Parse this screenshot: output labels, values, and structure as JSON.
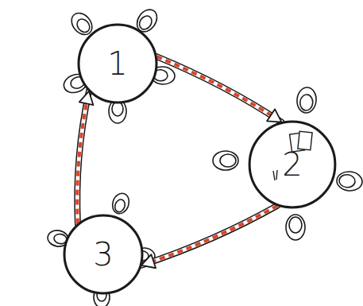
{
  "diagram": {
    "nodes": [
      {
        "text": [
          "1"
        ]
      },
      {
        "text": [
          "2"
        ]
      },
      {
        "text": [
          "3"
        ]
      }
    ],
    "edges": [
      {
        "from": 0,
        "to": 1,
        "arrow": "to"
      },
      {
        "from": 1,
        "to": 2,
        "arrow": "to"
      },
      {
        "from": 2,
        "to": 0,
        "arrow": "to"
      }
    ]
  }
}
